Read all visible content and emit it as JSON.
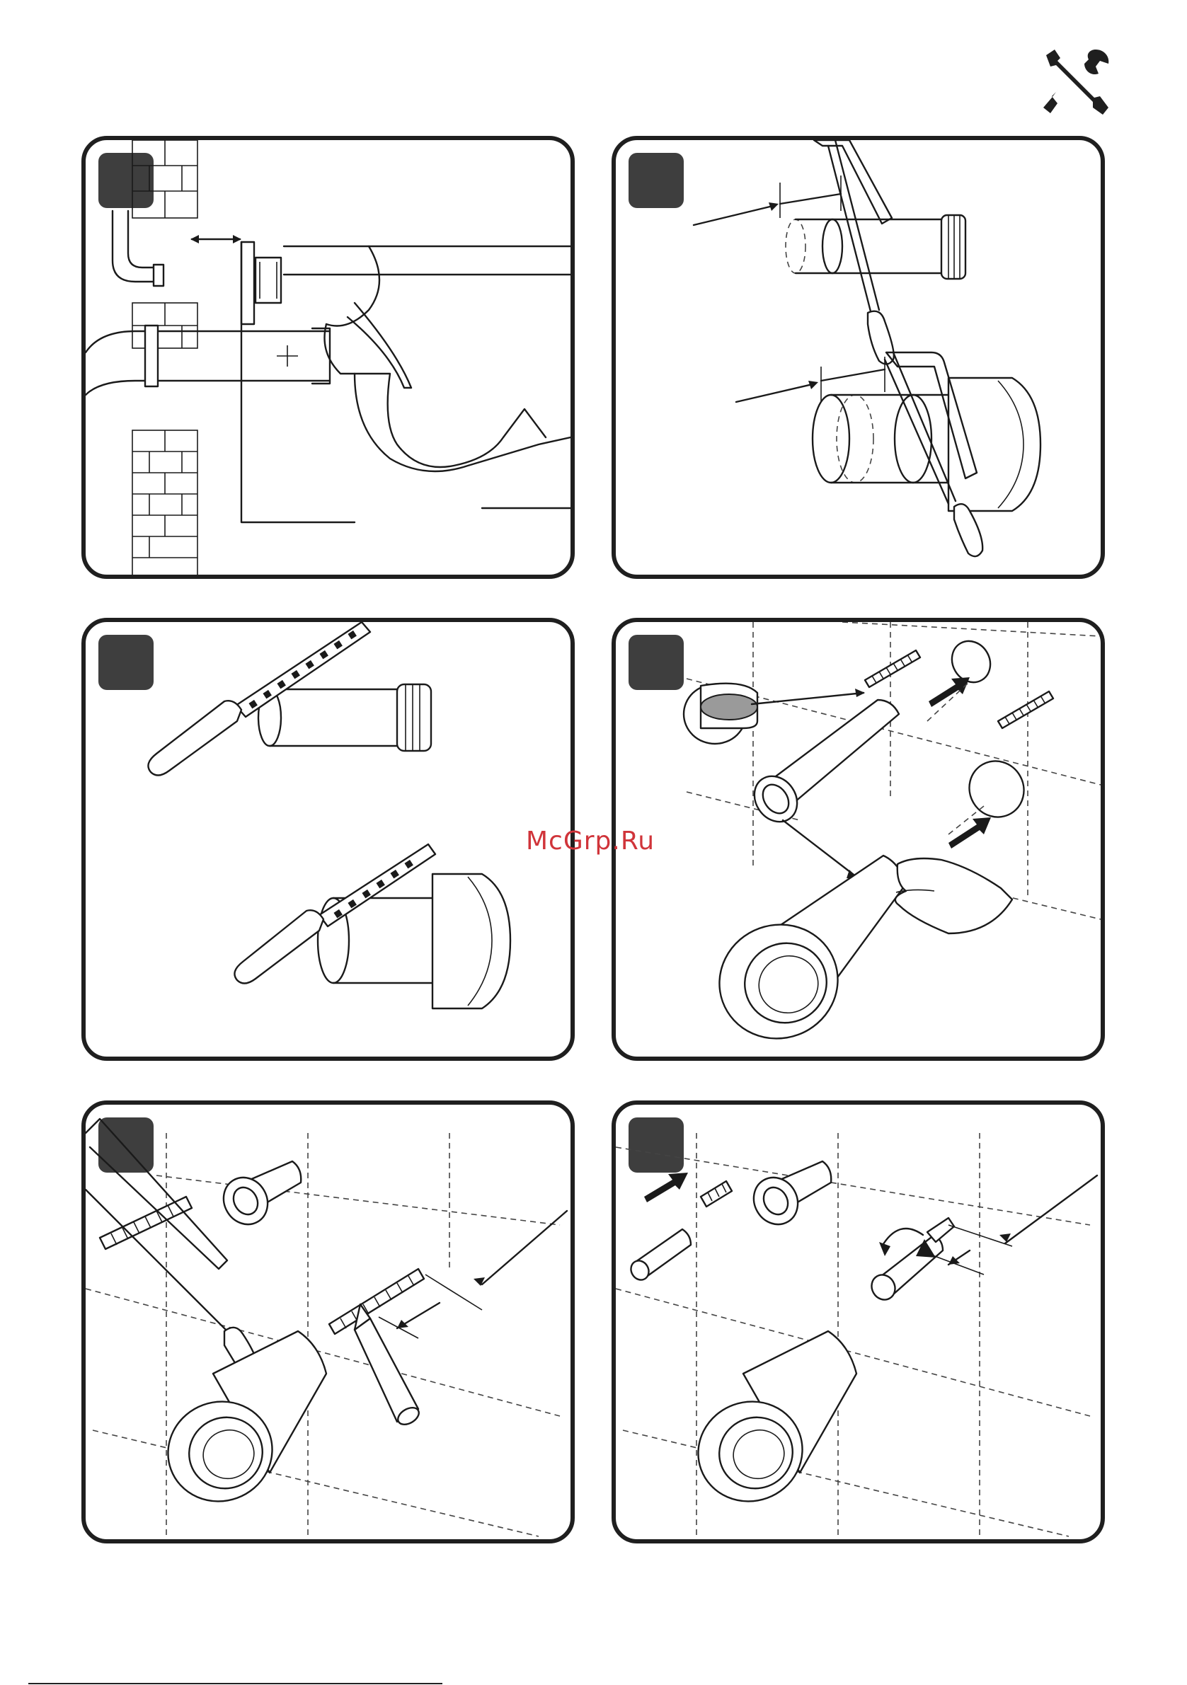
{
  "watermark": "McGrp.Ru",
  "icons": {
    "header": "wrench-screwdriver-icon"
  },
  "colors": {
    "badge": "#3e3e3e",
    "frame": "#1f1f1f",
    "watermark": "#d0343a"
  },
  "panels": [
    {
      "name": "step-1-measure-wall-distance"
    },
    {
      "name": "step-2-saw-pipe-to-length"
    },
    {
      "name": "step-3-file-cut-edge"
    },
    {
      "name": "step-4-lubricate-and-insert"
    },
    {
      "name": "step-5-cut-threaded-rod"
    },
    {
      "name": "step-6-install-mounting-bolts"
    }
  ]
}
